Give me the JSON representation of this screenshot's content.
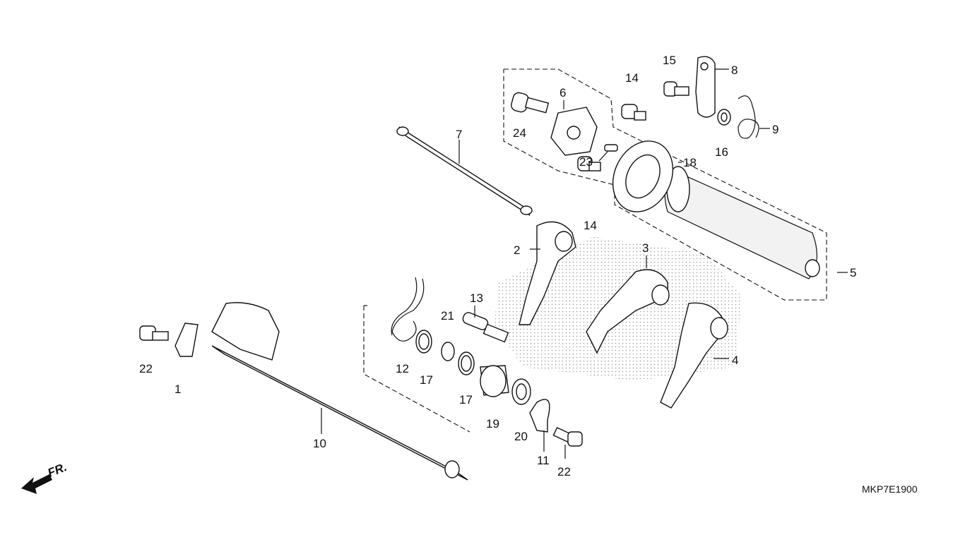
{
  "diagram": {
    "drawing_code": "MKP7E1900",
    "direction_label": "FR.",
    "callouts": [
      "1",
      "2",
      "3",
      "4",
      "5",
      "6",
      "7",
      "8",
      "9",
      "10",
      "11",
      "12",
      "13",
      "14",
      "14",
      "15",
      "16",
      "17",
      "17",
      "18",
      "19",
      "20",
      "21",
      "22",
      "22",
      "23",
      "24"
    ]
  }
}
